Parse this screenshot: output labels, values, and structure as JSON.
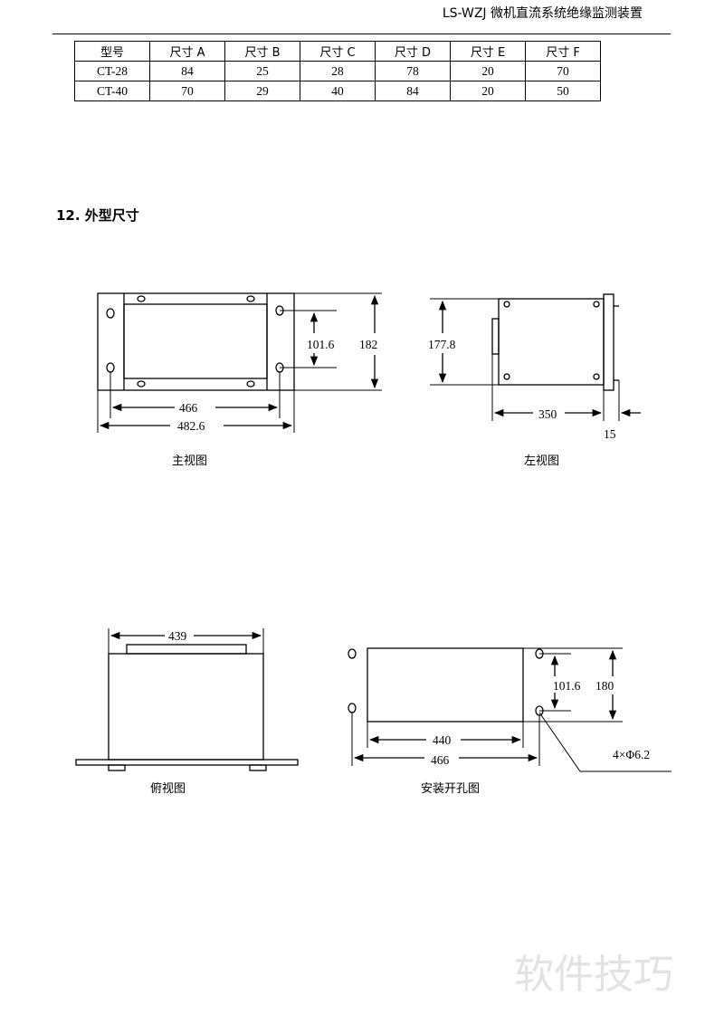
{
  "header": {
    "title": "LS-WZJ 微机直流系统绝缘监测装置"
  },
  "spec_table": {
    "headers": [
      "型号",
      "尺寸 A",
      "尺寸 B",
      "尺寸 C",
      "尺寸 D",
      "尺寸 E",
      "尺寸 F"
    ],
    "rows": [
      [
        "CT-28",
        "84",
        "25",
        "28",
        "78",
        "20",
        "70"
      ],
      [
        "CT-40",
        "70",
        "29",
        "40",
        "84",
        "20",
        "50"
      ]
    ]
  },
  "section": {
    "title": "12. 外型尺寸"
  },
  "front_view": {
    "caption": "主视图",
    "dim_466": "466",
    "dim_482_6": "482.6",
    "dim_101_6": "101.6",
    "dim_182": "182"
  },
  "left_view": {
    "caption": "左视图",
    "dim_177_8": "177.8",
    "dim_350": "350",
    "dim_15": "15"
  },
  "top_view": {
    "caption": "俯视图",
    "dim_439": "439"
  },
  "mount_view": {
    "caption": "安装开孔图",
    "dim_440": "440",
    "dim_466": "466",
    "dim_101_6": "101.6",
    "dim_180": "180",
    "hole_note": "4×Φ6.2"
  },
  "watermark": "软件技巧"
}
